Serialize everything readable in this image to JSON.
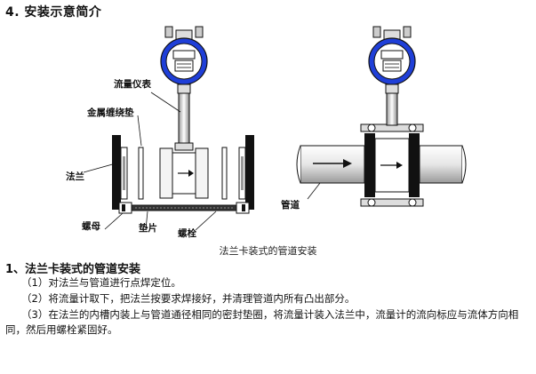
{
  "section_heading": "4. 安装示意简介",
  "figure": {
    "labels": {
      "flowmeter": "流量仪表",
      "gasket_metal": "金属缠绕垫",
      "flange": "法兰",
      "nut": "螺母",
      "shim": "垫片",
      "bolt": "螺栓",
      "pipe": "管道"
    },
    "caption": "法兰卡装式的管道安装"
  },
  "subsection": {
    "title": "1、法兰卡装式的管道安装",
    "steps": [
      "（1）对法兰与管道进行点焊定位。",
      "（2）将流量计取下，把法兰按要求焊接好，并清理管道内所有凸出部分。",
      "（3）在法兰的内槽内装上与管道通径相同的密封垫圈，将流量计装入法兰中，流量计的流向标应与流体方向相同，然后用螺栓紧固好。"
    ]
  },
  "colors": {
    "housing_blue": "#1f3fd8",
    "outline": "#111111",
    "shading": "#9a9a9a"
  }
}
